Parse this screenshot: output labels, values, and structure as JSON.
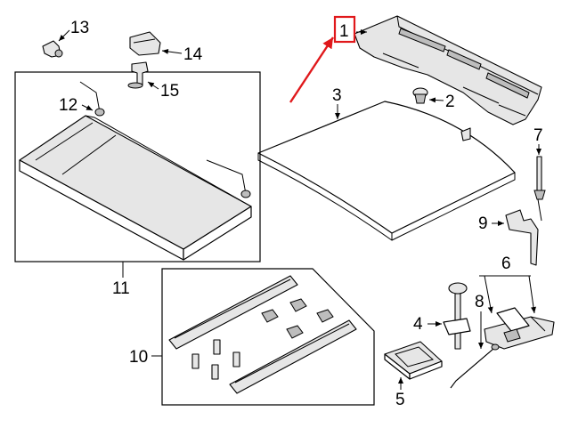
{
  "diagram": {
    "highlight_color": "#e0181b",
    "callouts": {
      "c1": "1",
      "c2": "2",
      "c3": "3",
      "c4": "4",
      "c5": "5",
      "c6": "6",
      "c7": "7",
      "c8": "8",
      "c9": "9",
      "c10": "10",
      "c11": "11",
      "c12": "12",
      "c13": "13",
      "c14": "14",
      "c15": "15"
    }
  }
}
